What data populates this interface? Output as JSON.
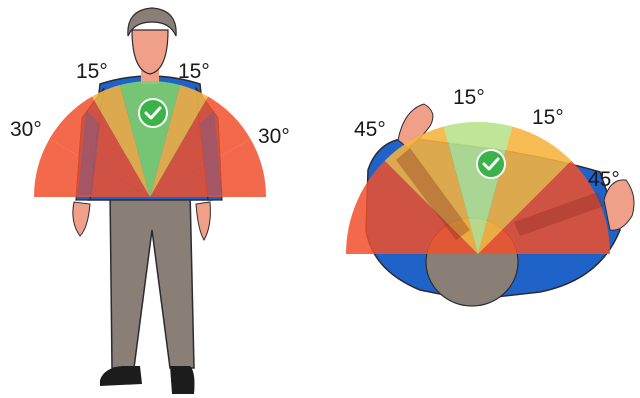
{
  "colors": {
    "green_zone": "#7fd06a",
    "amber_zone": "#f7b33c",
    "red_zone": "#f0502b",
    "check_bg": "#3bb24a",
    "skin": "#f0a088",
    "suit": "#1f62c8",
    "trousers": "#8a7f77",
    "hair": "#8a7f77"
  },
  "front_view": {
    "label_left_inner": "15°",
    "label_right_inner": "15°",
    "label_left_outer": "30°",
    "label_right_outer": "30°",
    "check_icon": "check-circle-icon"
  },
  "top_view": {
    "label_left_inner": "15°",
    "label_right_inner": "15°",
    "label_left_outer": "45°",
    "label_right_outer": "45°",
    "check_icon": "check-circle-icon"
  }
}
